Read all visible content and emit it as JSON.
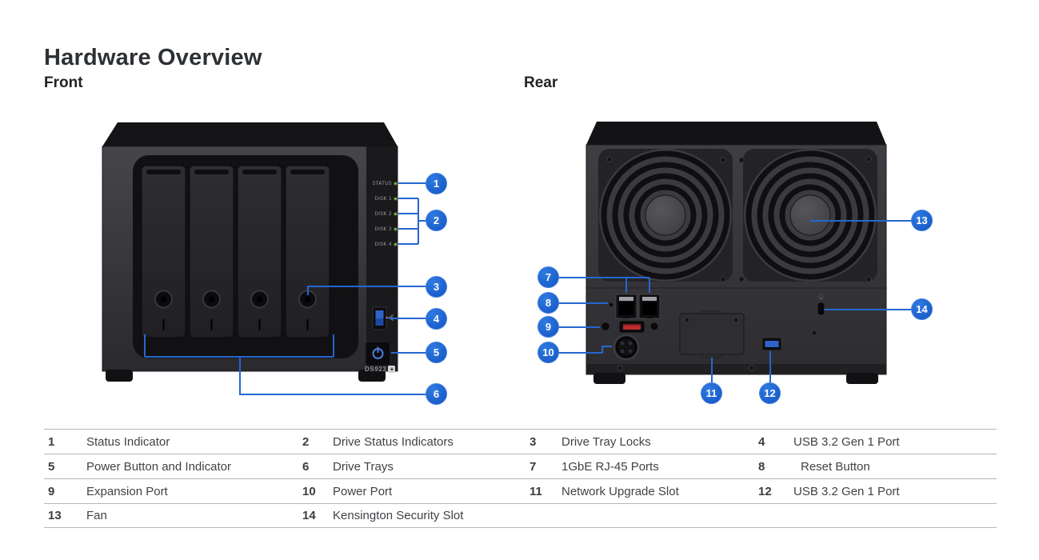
{
  "page": {
    "title": "Hardware Overview",
    "front_section": "Front",
    "rear_section": "Rear"
  },
  "front_device": {
    "model": "DS923",
    "model_badge": "+",
    "led_labels": [
      "STATUS",
      "DISK 1",
      "DISK 2",
      "DISK 3",
      "DISK 4"
    ]
  },
  "callouts": [
    "1",
    "2",
    "3",
    "4",
    "5",
    "6",
    "7",
    "8",
    "9",
    "10",
    "11",
    "12",
    "13",
    "14"
  ],
  "legend": {
    "rows": [
      [
        {
          "num": "1",
          "label": "Status Indicator"
        },
        {
          "num": "2",
          "label": "Drive Status Indicators"
        },
        {
          "num": "3",
          "label": "Drive Tray Locks"
        },
        {
          "num": "4",
          "label": "USB 3.2 Gen 1 Port"
        }
      ],
      [
        {
          "num": "5",
          "label": "Power Button and Indicator"
        },
        {
          "num": "6",
          "label": "Drive Trays"
        },
        {
          "num": "7",
          "label": "1GbE RJ-45 Ports"
        },
        {
          "num": "8",
          "label": "Reset Button"
        }
      ],
      [
        {
          "num": "9",
          "label": "Expansion Port"
        },
        {
          "num": "10",
          "label": "Power Port"
        },
        {
          "num": "11",
          "label": "Network Upgrade Slot"
        },
        {
          "num": "12",
          "label": "USB 3.2 Gen 1 Port"
        }
      ],
      [
        {
          "num": "13",
          "label": "Fan"
        },
        {
          "num": "14",
          "label": "Kensington Security Slot"
        }
      ]
    ]
  },
  "colors": {
    "callout_blue": "#1d62cf",
    "callout_line_blue": "#2566d0",
    "led_green": "#7dc242",
    "usb_blue": "#2e63c8",
    "expansion_red": "#bf2b2e"
  }
}
